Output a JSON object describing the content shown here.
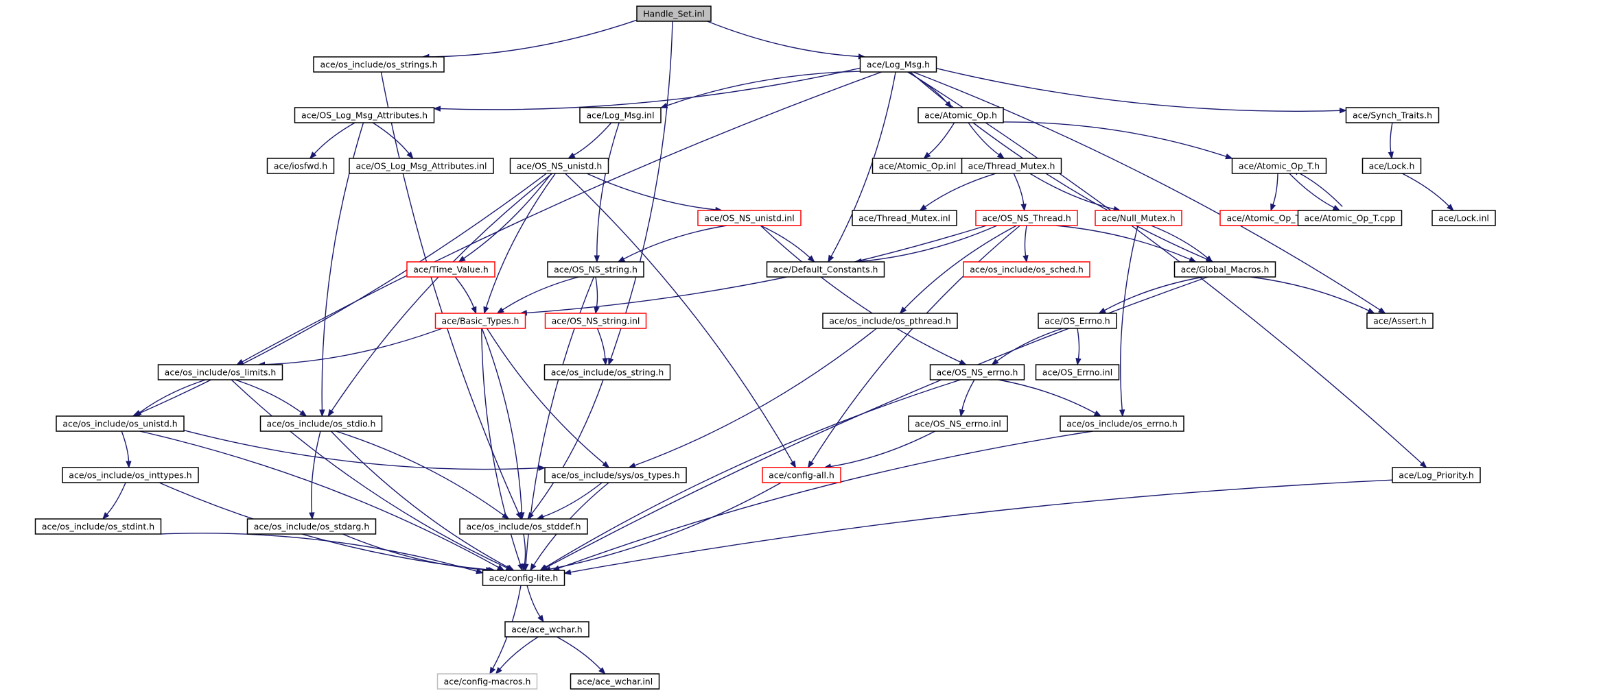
{
  "title": "Handle_Set.inl",
  "colors": {
    "edge": "#191970",
    "root_fill": "#bfbfbf",
    "missing_border": "#ff0000",
    "external_border": "#bfbfbf"
  },
  "nodes": [
    {
      "id": "handle_set_inl",
      "label": "Handle_Set.inl",
      "style": "root"
    },
    {
      "id": "os_strings_h",
      "label": "ace/os_include/os_strings.h",
      "style": "normal"
    },
    {
      "id": "log_msg_h",
      "label": "ace/Log_Msg.h",
      "style": "normal"
    },
    {
      "id": "os_log_msg_attributes_h",
      "label": "ace/OS_Log_Msg_Attributes.h",
      "style": "normal"
    },
    {
      "id": "log_msg_inl",
      "label": "ace/Log_Msg.inl",
      "style": "normal"
    },
    {
      "id": "atomic_op_h",
      "label": "ace/Atomic_Op.h",
      "style": "normal"
    },
    {
      "id": "synch_traits_h",
      "label": "ace/Synch_Traits.h",
      "style": "normal"
    },
    {
      "id": "iosfwd_h",
      "label": "ace/iosfwd.h",
      "style": "normal"
    },
    {
      "id": "os_log_msg_attributes_inl",
      "label": "ace/OS_Log_Msg_Attributes.inl",
      "style": "normal"
    },
    {
      "id": "os_ns_unistd_h",
      "label": "ace/OS_NS_unistd.h",
      "style": "normal"
    },
    {
      "id": "atomic_op_inl",
      "label": "ace/Atomic_Op.inl",
      "style": "normal"
    },
    {
      "id": "thread_mutex_h",
      "label": "ace/Thread_Mutex.h",
      "style": "normal"
    },
    {
      "id": "atomic_op_t_h",
      "label": "ace/Atomic_Op_T.h",
      "style": "normal"
    },
    {
      "id": "lock_h",
      "label": "ace/Lock.h",
      "style": "normal"
    },
    {
      "id": "os_ns_unistd_inl",
      "label": "ace/OS_NS_unistd.inl",
      "style": "red"
    },
    {
      "id": "thread_mutex_inl",
      "label": "ace/Thread_Mutex.inl",
      "style": "normal"
    },
    {
      "id": "os_ns_thread_h",
      "label": "ace/OS_NS_Thread.h",
      "style": "red"
    },
    {
      "id": "null_mutex_h",
      "label": "ace/Null_Mutex.h",
      "style": "red"
    },
    {
      "id": "atomic_op_t_inl",
      "label": "ace/Atomic_Op_T.inl",
      "style": "red"
    },
    {
      "id": "atomic_op_t_cpp",
      "label": "ace/Atomic_Op_T.cpp",
      "style": "normal"
    },
    {
      "id": "lock_inl",
      "label": "ace/Lock.inl",
      "style": "normal"
    },
    {
      "id": "time_value_h",
      "label": "ace/Time_Value.h",
      "style": "red"
    },
    {
      "id": "os_ns_string_h",
      "label": "ace/OS_NS_string.h",
      "style": "normal"
    },
    {
      "id": "default_constants_h",
      "label": "ace/Default_Constants.h",
      "style": "normal"
    },
    {
      "id": "os_sched_h",
      "label": "ace/os_include/os_sched.h",
      "style": "red"
    },
    {
      "id": "global_macros_h",
      "label": "ace/Global_Macros.h",
      "style": "normal"
    },
    {
      "id": "basic_types_h",
      "label": "ace/Basic_Types.h",
      "style": "red"
    },
    {
      "id": "os_ns_string_inl",
      "label": "ace/OS_NS_string.inl",
      "style": "red"
    },
    {
      "id": "os_pthread_h",
      "label": "ace/os_include/os_pthread.h",
      "style": "normal"
    },
    {
      "id": "os_errno_h",
      "label": "ace/OS_Errno.h",
      "style": "normal"
    },
    {
      "id": "assert_h",
      "label": "ace/Assert.h",
      "style": "normal"
    },
    {
      "id": "os_limits_h",
      "label": "ace/os_include/os_limits.h",
      "style": "normal"
    },
    {
      "id": "os_string_h",
      "label": "ace/os_include/os_string.h",
      "style": "normal"
    },
    {
      "id": "os_ns_errno_h",
      "label": "ace/OS_NS_errno.h",
      "style": "normal"
    },
    {
      "id": "os_errno_inl",
      "label": "ace/OS_Errno.inl",
      "style": "normal"
    },
    {
      "id": "os_unistd_h",
      "label": "ace/os_include/os_unistd.h",
      "style": "normal"
    },
    {
      "id": "os_stdio_h",
      "label": "ace/os_include/os_stdio.h",
      "style": "normal"
    },
    {
      "id": "os_ns_errno_inl",
      "label": "ace/OS_NS_errno.inl",
      "style": "normal"
    },
    {
      "id": "os_include_os_errno_h",
      "label": "ace/os_include/os_errno.h",
      "style": "normal"
    },
    {
      "id": "os_inttypes_h",
      "label": "ace/os_include/os_inttypes.h",
      "style": "normal"
    },
    {
      "id": "os_types_h",
      "label": "ace/os_include/sys/os_types.h",
      "style": "normal"
    },
    {
      "id": "config_all_h",
      "label": "ace/config-all.h",
      "style": "red"
    },
    {
      "id": "log_priority_h",
      "label": "ace/Log_Priority.h",
      "style": "normal"
    },
    {
      "id": "os_stdint_h",
      "label": "ace/os_include/os_stdint.h",
      "style": "normal"
    },
    {
      "id": "os_stdarg_h",
      "label": "ace/os_include/os_stdarg.h",
      "style": "normal"
    },
    {
      "id": "os_stddef_h",
      "label": "ace/os_include/os_stddef.h",
      "style": "normal"
    },
    {
      "id": "config_lite_h",
      "label": "ace/config-lite.h",
      "style": "normal"
    },
    {
      "id": "ace_wchar_h",
      "label": "ace/ace_wchar.h",
      "style": "normal"
    },
    {
      "id": "config_macros_h",
      "label": "ace/config-macros.h",
      "style": "gray"
    },
    {
      "id": "ace_wchar_inl",
      "label": "ace/ace_wchar.inl",
      "style": "normal"
    }
  ],
  "edges": [
    [
      "handle_set_inl",
      "os_strings_h"
    ],
    [
      "handle_set_inl",
      "log_msg_h"
    ],
    [
      "handle_set_inl",
      "os_string_h"
    ],
    [
      "os_strings_h",
      "os_stddef_h"
    ],
    [
      "log_msg_h",
      "os_log_msg_attributes_h"
    ],
    [
      "log_msg_h",
      "log_msg_inl"
    ],
    [
      "log_msg_h",
      "atomic_op_h"
    ],
    [
      "log_msg_h",
      "synch_traits_h"
    ],
    [
      "log_msg_h",
      "default_constants_h"
    ],
    [
      "log_msg_h",
      "global_macros_h"
    ],
    [
      "log_msg_h",
      "assert_h"
    ],
    [
      "log_msg_h",
      "os_limits_h"
    ],
    [
      "log_msg_h",
      "log_priority_h"
    ],
    [
      "os_log_msg_attributes_h",
      "iosfwd_h"
    ],
    [
      "os_log_msg_attributes_h",
      "os_log_msg_attributes_inl"
    ],
    [
      "os_log_msg_attributes_h",
      "os_stdio_h"
    ],
    [
      "log_msg_inl",
      "os_ns_unistd_h"
    ],
    [
      "log_msg_inl",
      "os_ns_string_h"
    ],
    [
      "atomic_op_h",
      "atomic_op_inl"
    ],
    [
      "atomic_op_h",
      "thread_mutex_h"
    ],
    [
      "atomic_op_h",
      "atomic_op_t_h"
    ],
    [
      "synch_traits_h",
      "lock_h"
    ],
    [
      "lock_h",
      "lock_inl"
    ],
    [
      "os_ns_unistd_h",
      "os_ns_unistd_inl"
    ],
    [
      "os_ns_unistd_h",
      "time_value_h"
    ],
    [
      "os_ns_unistd_h",
      "basic_types_h"
    ],
    [
      "os_ns_unistd_h",
      "os_unistd_h"
    ],
    [
      "os_ns_unistd_h",
      "os_stdio_h"
    ],
    [
      "os_ns_unistd_h",
      "config_all_h"
    ],
    [
      "thread_mutex_h",
      "thread_mutex_inl"
    ],
    [
      "thread_mutex_h",
      "os_ns_thread_h"
    ],
    [
      "thread_mutex_h",
      "null_mutex_h"
    ],
    [
      "atomic_op_t_h",
      "atomic_op_t_inl"
    ],
    [
      "atomic_op_t_h",
      "atomic_op_t_cpp"
    ],
    [
      "atomic_op_t_cpp",
      "atomic_op_t_h"
    ],
    [
      "os_ns_unistd_inl",
      "os_ns_string_h"
    ],
    [
      "os_ns_unistd_inl",
      "default_constants_h"
    ],
    [
      "os_ns_unistd_inl",
      "os_ns_errno_h"
    ],
    [
      "os_ns_thread_h",
      "default_constants_h"
    ],
    [
      "os_ns_thread_h",
      "os_sched_h"
    ],
    [
      "os_ns_thread_h",
      "global_macros_h"
    ],
    [
      "os_ns_thread_h",
      "os_pthread_h"
    ],
    [
      "os_ns_thread_h",
      "basic_types_h"
    ],
    [
      "os_ns_thread_h",
      "config_all_h"
    ],
    [
      "null_mutex_h",
      "global_macros_h"
    ],
    [
      "null_mutex_h",
      "os_include_os_errno_h"
    ],
    [
      "time_value_h",
      "basic_types_h"
    ],
    [
      "os_ns_string_h",
      "basic_types_h"
    ],
    [
      "os_ns_string_h",
      "os_ns_string_inl"
    ],
    [
      "os_ns_string_h",
      "config_lite_h"
    ],
    [
      "os_ns_string_inl",
      "os_string_h"
    ],
    [
      "global_macros_h",
      "os_errno_h"
    ],
    [
      "global_macros_h",
      "assert_h"
    ],
    [
      "global_macros_h",
      "config_lite_h"
    ],
    [
      "basic_types_h",
      "os_limits_h"
    ],
    [
      "basic_types_h",
      "os_types_h"
    ],
    [
      "basic_types_h",
      "os_stddef_h"
    ],
    [
      "basic_types_h",
      "config_lite_h"
    ],
    [
      "os_pthread_h",
      "os_types_h"
    ],
    [
      "os_errno_h",
      "os_ns_errno_h"
    ],
    [
      "os_errno_h",
      "os_errno_inl"
    ],
    [
      "os_limits_h",
      "os_unistd_h"
    ],
    [
      "os_limits_h",
      "os_stdio_h"
    ],
    [
      "os_limits_h",
      "config_lite_h"
    ],
    [
      "os_string_h",
      "os_stddef_h"
    ],
    [
      "os_ns_errno_h",
      "os_ns_errno_inl"
    ],
    [
      "os_ns_errno_h",
      "os_include_os_errno_h"
    ],
    [
      "os_ns_errno_h",
      "config_lite_h"
    ],
    [
      "os_unistd_h",
      "os_inttypes_h"
    ],
    [
      "os_unistd_h",
      "os_types_h"
    ],
    [
      "os_unistd_h",
      "config_lite_h"
    ],
    [
      "os_stdio_h",
      "os_stdarg_h"
    ],
    [
      "os_stdio_h",
      "os_stddef_h"
    ],
    [
      "os_stdio_h",
      "config_lite_h"
    ],
    [
      "os_ns_errno_inl",
      "config_all_h"
    ],
    [
      "os_include_os_errno_h",
      "config_lite_h"
    ],
    [
      "os_inttypes_h",
      "os_stdint_h"
    ],
    [
      "os_inttypes_h",
      "config_lite_h"
    ],
    [
      "os_types_h",
      "os_stddef_h"
    ],
    [
      "os_types_h",
      "config_lite_h"
    ],
    [
      "config_all_h",
      "config_lite_h"
    ],
    [
      "log_priority_h",
      "config_lite_h"
    ],
    [
      "os_stdint_h",
      "config_lite_h"
    ],
    [
      "os_stdarg_h",
      "config_lite_h"
    ],
    [
      "os_stddef_h",
      "config_lite_h"
    ],
    [
      "config_lite_h",
      "ace_wchar_h"
    ],
    [
      "config_lite_h",
      "config_macros_h"
    ],
    [
      "ace_wchar_h",
      "config_macros_h"
    ],
    [
      "ace_wchar_h",
      "ace_wchar_inl"
    ]
  ]
}
